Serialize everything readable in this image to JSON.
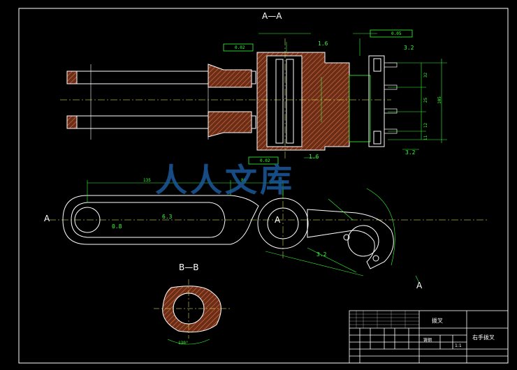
{
  "section_labels": {
    "aa": "A—A",
    "bb": "B—B",
    "a_left": "A",
    "a_center": "A",
    "a_right": "A"
  },
  "dimensions": {
    "d135": "135",
    "d88": "88",
    "d105": "105",
    "d32": "32",
    "d25": "25",
    "d12": "12",
    "d11": "11",
    "r1_6a": "1.6",
    "r1_6b": "1.6",
    "r3_2a": "3.2",
    "r3_2b": "3.2",
    "r3_2c": "3.2",
    "r0_8": "0.8",
    "r6_3": "6.3",
    "tol1": "0.02",
    "tol2": "0.02",
    "tol3": "0.05",
    "ang": "130°"
  },
  "watermark": "人人文库",
  "title_block": {
    "part_name": "拨叉",
    "material": "铸钢",
    "company": "右手拨叉",
    "scale": "1:1"
  },
  "colors": {
    "outline": "#ffffff",
    "dimension": "#33ff33",
    "hatch": "#c0603a",
    "centerline": "#ffff66"
  }
}
